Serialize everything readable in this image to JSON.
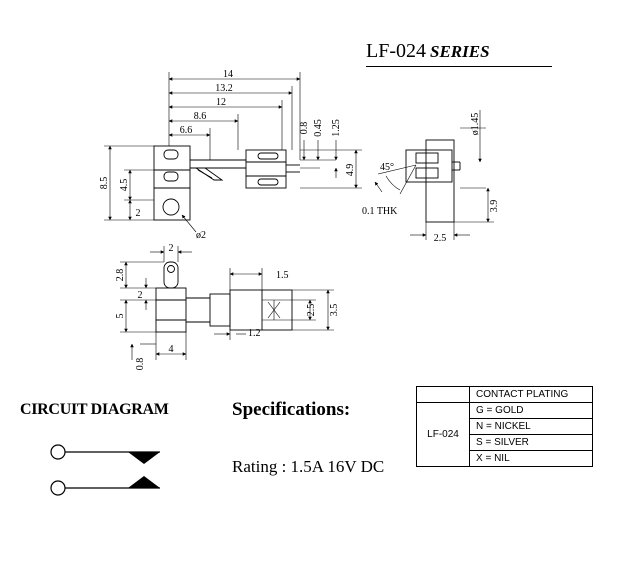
{
  "title": {
    "model": "LF-024",
    "series": "SERIES"
  },
  "top_view_dims": {
    "len_14": "14",
    "len_13_2": "13.2",
    "len_12": "12",
    "len_8_6": "8.6",
    "len_6_6": "6.6",
    "h_8_5": "8.5",
    "h_4_5": "4.5",
    "h_2": "2",
    "hole_d2": "ø2",
    "pin_0_8": "0.8",
    "pin_0_45": "0.45",
    "pin_1_25": "1.25",
    "pin_4_9": "4.9"
  },
  "side_view_dims": {
    "dia_1_45": "ø1.45",
    "angle": "45°",
    "thk": "0.1 THK",
    "w_2_5": "2.5",
    "h_3_9": "3.9"
  },
  "bottom_view_dims": {
    "w_2": "2",
    "h_2_8": "2.8",
    "h_2": "2",
    "h_5": "5",
    "h_0_8": "0.8",
    "w_4": "4",
    "l_1_5": "1.5",
    "l_1_2": "1.2",
    "d_2_5": "2.5",
    "d_3_5": "3.5"
  },
  "circuit_diagram_title": "CIRCUIT DIAGRAM",
  "specifications_title": "Specifications:",
  "rating": "Rating : 1.5A 16V DC",
  "contact_table": {
    "header": "CONTACT PLATING",
    "model": "LF-024",
    "options": [
      "G = GOLD",
      "N = NICKEL",
      "S = SILVER",
      "X = NIL"
    ]
  }
}
